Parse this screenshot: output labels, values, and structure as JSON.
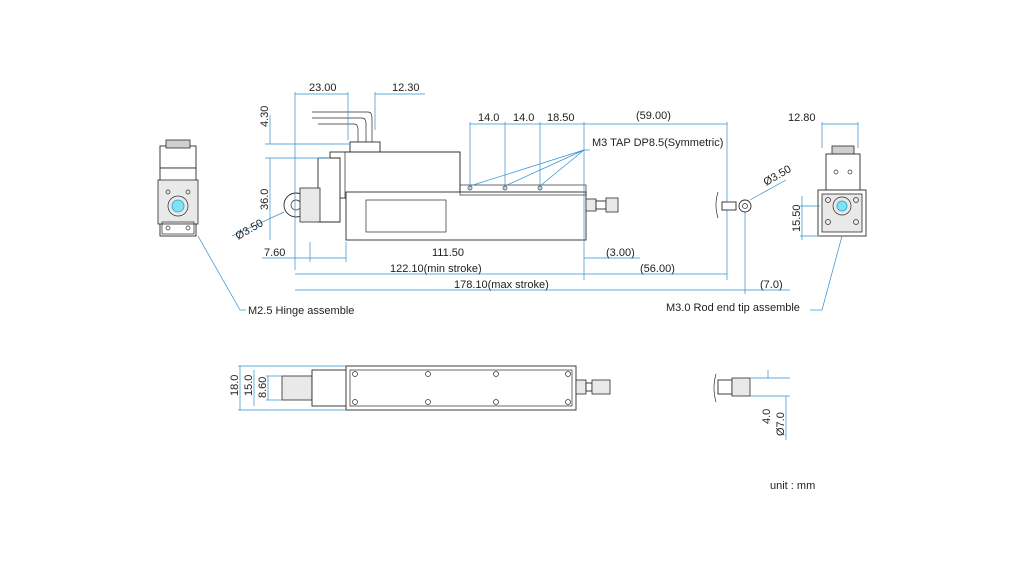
{
  "dimensions": {
    "d_23": "23.00",
    "d_12_30": "12.30",
    "d_4_30": "4.30",
    "d_14a": "14.0",
    "d_14b": "14.0",
    "d_18_50": "18.50",
    "d_59": "(59.00)",
    "d_36": "36.0",
    "d_dia350_left": "Ø3.50",
    "d_7_60": "7.60",
    "d_111_50": "111.50",
    "d_3": "(3.00)",
    "d_122": "122.10(min stroke)",
    "d_56": "(56.00)",
    "d_178": "178.10(max stroke)",
    "d_12_80": "12.80",
    "d_dia350_right": "Ø3.50",
    "d_15_50": "15.50",
    "d_7": "(7.0)",
    "d_18": "18.0",
    "d_15": "15.0",
    "d_8_60": "8.60",
    "d_4": "4.0",
    "d_dia7": "Ø7.0"
  },
  "callouts": {
    "tap": "M3 TAP DP8.5(Symmetric)",
    "hinge": "M2.5 Hinge assemble",
    "rod_end": "M3.0 Rod end tip assemble"
  },
  "unit_label": "unit : mm",
  "colors": {
    "dimension_line": "#2d8fd0",
    "outline": "#2b2b2b",
    "highlight": "#7fe3f0"
  }
}
